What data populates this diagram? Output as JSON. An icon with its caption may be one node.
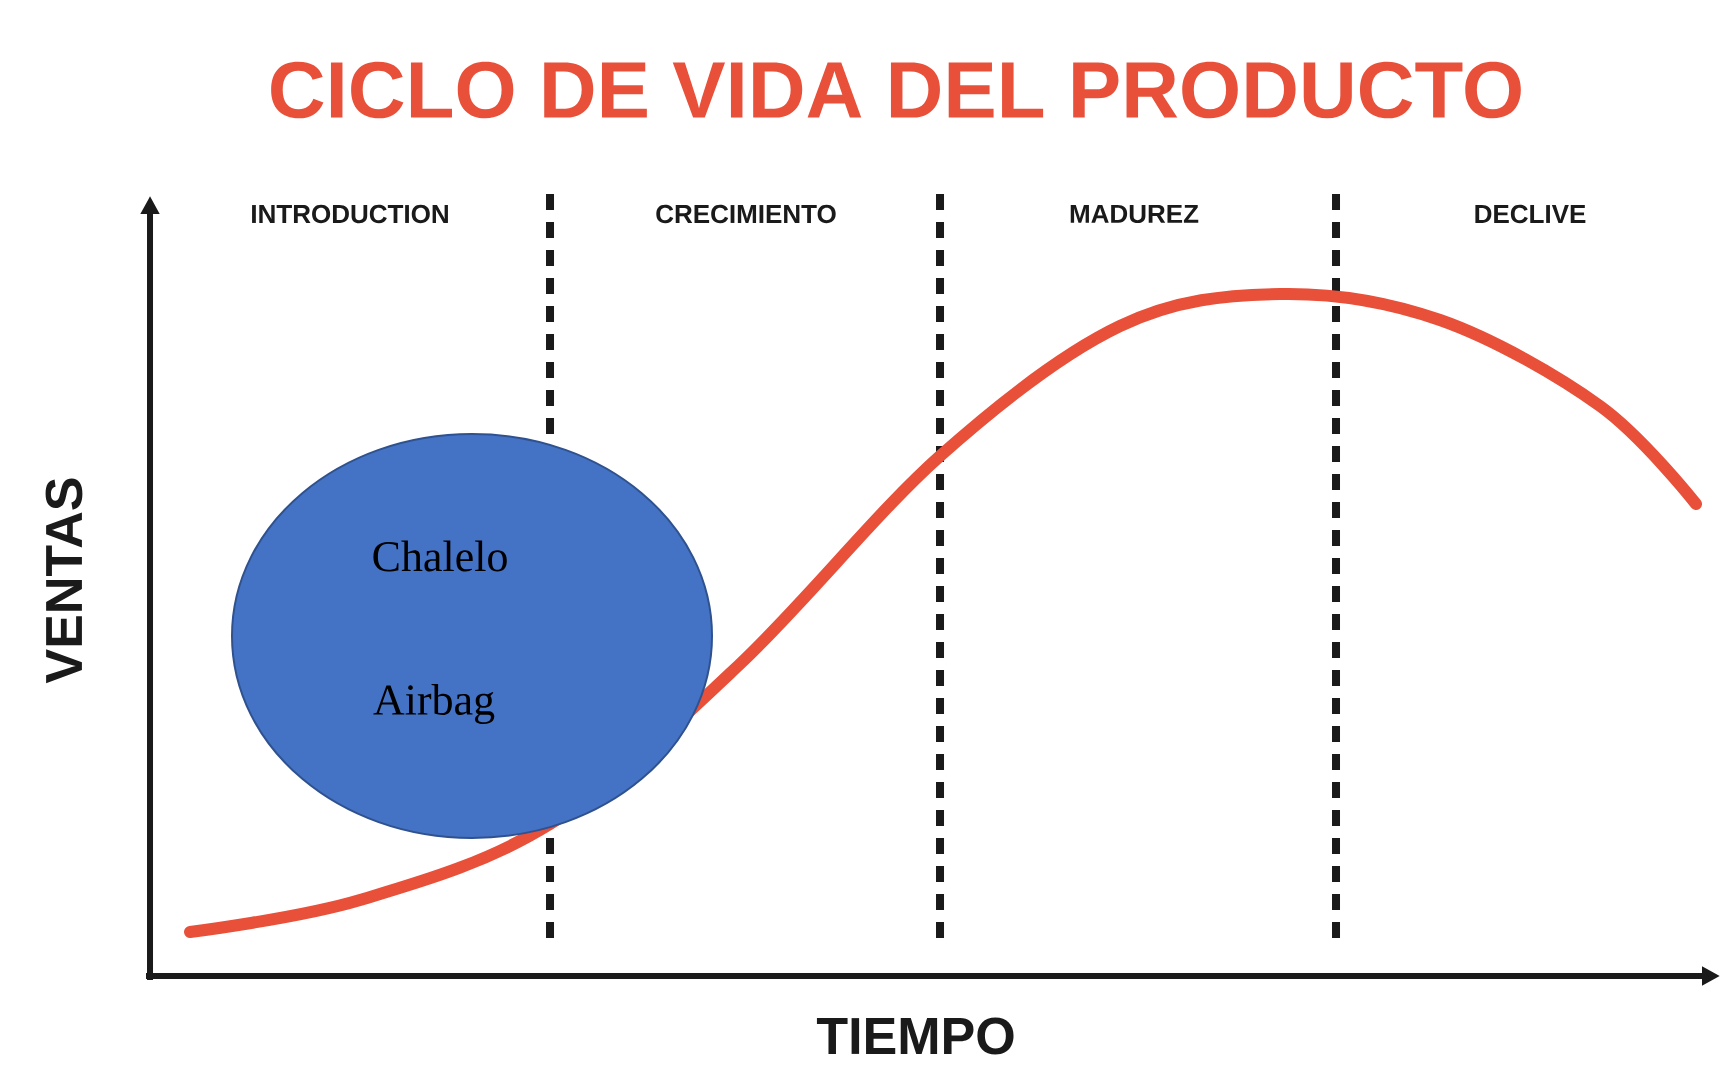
{
  "diagram": {
    "title": "CICLO DE VIDA DEL PRODUCTO",
    "nodes": [
      {
        "text": [
          "Chalelo",
          "Airbag"
        ]
      }
    ],
    "labels": [
      "INTRODUCTION",
      "CRECIMIENTO",
      "MADUREZ",
      "DECLIVE",
      "VENTAS",
      "TIEMPO"
    ]
  }
}
